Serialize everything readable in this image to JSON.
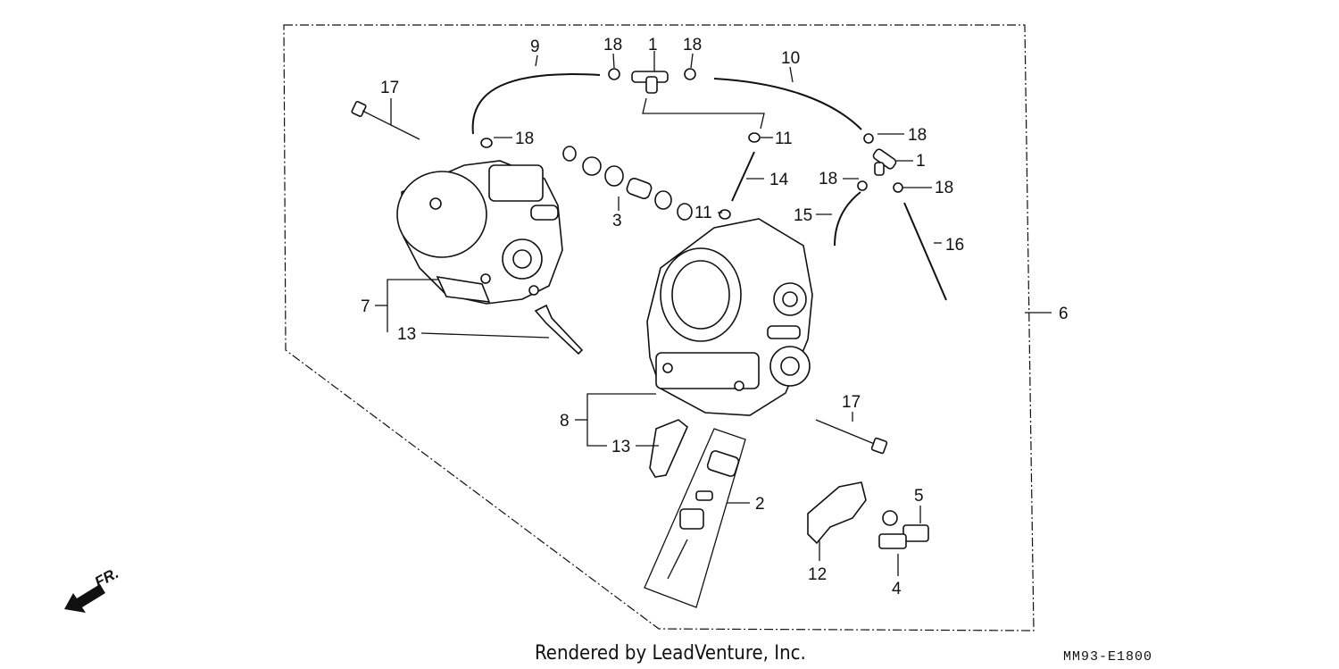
{
  "diagram": {
    "callouts": {
      "c1a": "1",
      "c1b": "1",
      "c2": "2",
      "c3": "3",
      "c4": "4",
      "c5": "5",
      "c6": "6",
      "c7": "7",
      "c8": "8",
      "c9": "9",
      "c10": "10",
      "c11a": "11",
      "c11b": "11",
      "c12": "12",
      "c13a": "13",
      "c13b": "13",
      "c14": "14",
      "c15": "15",
      "c16": "16",
      "c17a": "17",
      "c17b": "17",
      "c18a": "18",
      "c18b": "18",
      "c18c": "18",
      "c18d": "18",
      "c18e": "18",
      "c18f": "18"
    },
    "front_marker": "FR.",
    "footer_credit": "Rendered by LeadVenture, Inc.",
    "diagram_code": "MM93-E1800"
  }
}
